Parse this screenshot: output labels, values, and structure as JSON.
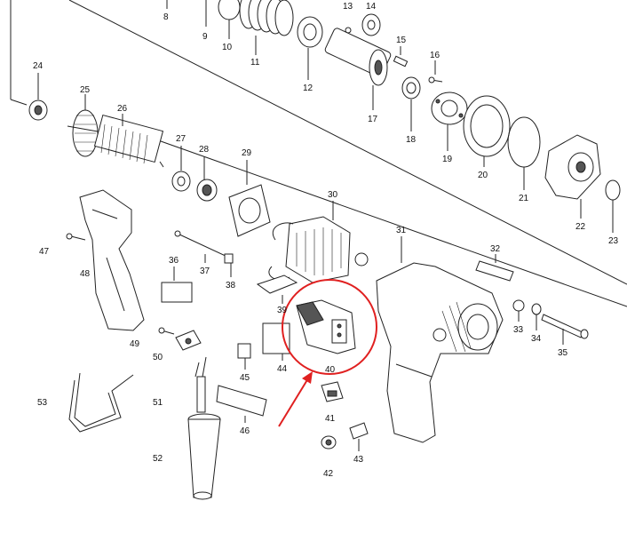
{
  "labels": [
    {
      "id": "8",
      "text": "8"
    },
    {
      "id": "9",
      "text": "9"
    },
    {
      "id": "10",
      "text": "10"
    },
    {
      "id": "11",
      "text": "11"
    },
    {
      "id": "12",
      "text": "12"
    },
    {
      "id": "13",
      "text": "13"
    },
    {
      "id": "14",
      "text": "14"
    },
    {
      "id": "15",
      "text": "15"
    },
    {
      "id": "16",
      "text": "16"
    },
    {
      "id": "17",
      "text": "17"
    },
    {
      "id": "18",
      "text": "18"
    },
    {
      "id": "19",
      "text": "19"
    },
    {
      "id": "20",
      "text": "20"
    },
    {
      "id": "21",
      "text": "21"
    },
    {
      "id": "22",
      "text": "22"
    },
    {
      "id": "23",
      "text": "23"
    },
    {
      "id": "24",
      "text": "24"
    },
    {
      "id": "25",
      "text": "25"
    },
    {
      "id": "26",
      "text": "26"
    },
    {
      "id": "27",
      "text": "27"
    },
    {
      "id": "28",
      "text": "28"
    },
    {
      "id": "29",
      "text": "29"
    },
    {
      "id": "30",
      "text": "30"
    },
    {
      "id": "31",
      "text": "31"
    },
    {
      "id": "32",
      "text": "32"
    },
    {
      "id": "33",
      "text": "33"
    },
    {
      "id": "34",
      "text": "34"
    },
    {
      "id": "35",
      "text": "35"
    },
    {
      "id": "36",
      "text": "36"
    },
    {
      "id": "37",
      "text": "37"
    },
    {
      "id": "38",
      "text": "38"
    },
    {
      "id": "39",
      "text": "39"
    },
    {
      "id": "40",
      "text": "40"
    },
    {
      "id": "41",
      "text": "41"
    },
    {
      "id": "42",
      "text": "42"
    },
    {
      "id": "43",
      "text": "43"
    },
    {
      "id": "44",
      "text": "44"
    },
    {
      "id": "45",
      "text": "45"
    },
    {
      "id": "46",
      "text": "46"
    },
    {
      "id": "47",
      "text": "47"
    },
    {
      "id": "48",
      "text": "48"
    },
    {
      "id": "49",
      "text": "49"
    },
    {
      "id": "50",
      "text": "50"
    },
    {
      "id": "51",
      "text": "51"
    },
    {
      "id": "52",
      "text": "52"
    },
    {
      "id": "53",
      "text": "53"
    }
  ],
  "highlight": {
    "circle_color": "#e02020",
    "arrow_color": "#e02020",
    "target_part": "40"
  }
}
